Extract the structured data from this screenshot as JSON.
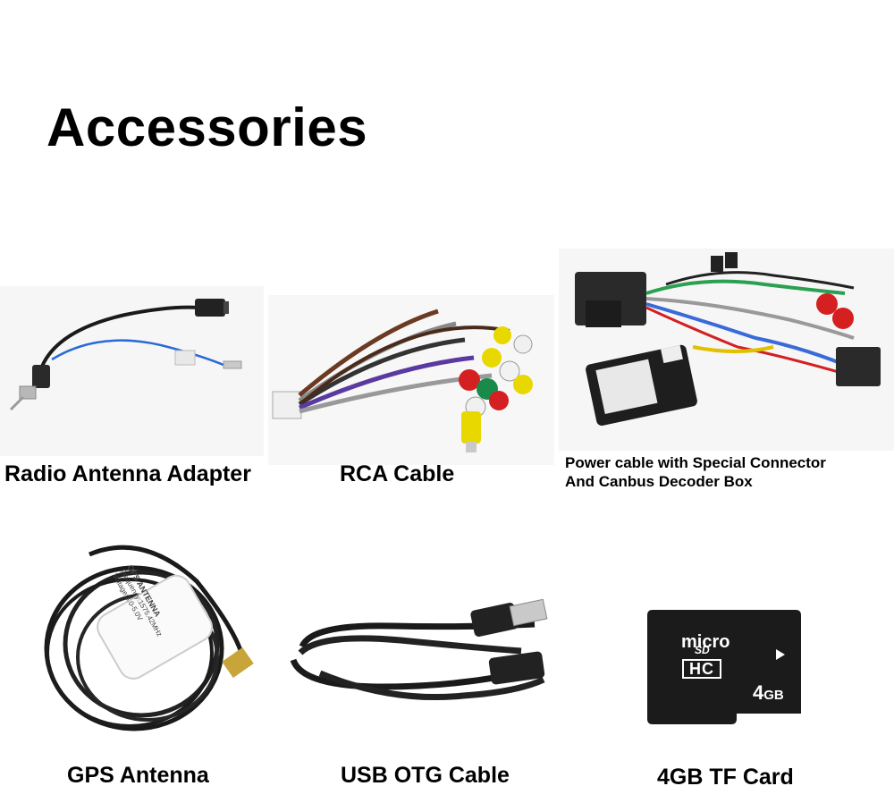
{
  "page": {
    "title": "Accessories"
  },
  "items": [
    {
      "id": "radio-antenna-adapter",
      "label": "Radio Antenna Adapter"
    },
    {
      "id": "rca-cable",
      "label": "RCA Cable"
    },
    {
      "id": "power-cable",
      "label_line1": "Power cable with Special Connector",
      "label_line2": "And Canbus Decoder Box"
    },
    {
      "id": "gps-antenna",
      "label": "GPS Antenna",
      "module_text": [
        "GPS ANTENNA",
        "Frequency:1575.42MHz",
        "Voltage:3.0-5.0V"
      ]
    },
    {
      "id": "usb-otg-cable",
      "label": "USB OTG Cable"
    },
    {
      "id": "tf-card",
      "label": "4GB TF Card",
      "card_text": {
        "brand_top": "micro",
        "brand_mid": "SD",
        "brand_bottom": "HC",
        "capacity": "4",
        "unit": "GB"
      }
    }
  ],
  "colors": {
    "text": "#000000",
    "background": "#ffffff",
    "cable": "#1a1a1a",
    "blue_wire": "#2a6ad8",
    "sd_card": "#1b1b1b"
  }
}
